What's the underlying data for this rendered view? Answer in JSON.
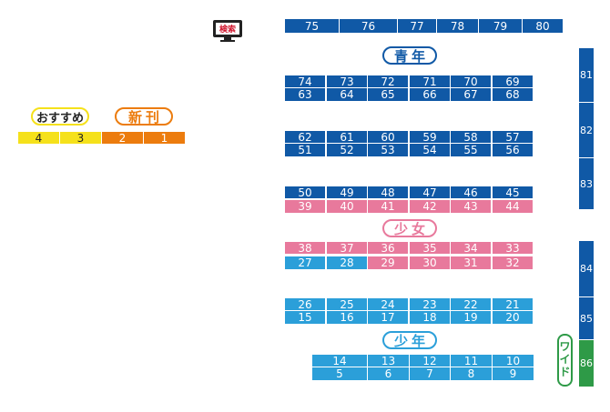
{
  "colors": {
    "blue": "#1059a6",
    "pink": "#e8799c",
    "cyan": "#2b9fd9",
    "green": "#2e9a47",
    "yellow": "#f5e11b",
    "orange": "#ec7c0e",
    "red": "#d0142c"
  },
  "search_label": "検索",
  "section_labels": {
    "seinen": "青年",
    "shoujo": "少女",
    "shounen": "少年",
    "osusume": "おすすめ",
    "shinkan": "新刊"
  },
  "wide_label": [
    "ワ",
    "イ",
    "ド"
  ],
  "shelf_rows": [
    {
      "name": "row-top",
      "color": "blue",
      "cells": [
        "75",
        "76",
        "77",
        "78",
        "79",
        "80"
      ]
    },
    {
      "name": "row-a1",
      "color": "blue",
      "cells": [
        "74",
        "73",
        "72",
        "71",
        "70",
        "69"
      ]
    },
    {
      "name": "row-a2",
      "color": "blue",
      "cells": [
        "63",
        "64",
        "65",
        "66",
        "67",
        "68"
      ]
    },
    {
      "name": "row-b1",
      "color": "blue",
      "cells": [
        "62",
        "61",
        "60",
        "59",
        "58",
        "57"
      ]
    },
    {
      "name": "row-b2",
      "color": "blue",
      "cells": [
        "51",
        "52",
        "53",
        "54",
        "55",
        "56"
      ]
    },
    {
      "name": "row-c1",
      "color": "blue",
      "cells": [
        "50",
        "49",
        "48",
        "47",
        "46",
        "45"
      ]
    },
    {
      "name": "row-c2",
      "color": "pink",
      "cells": [
        "39",
        "40",
        "41",
        "42",
        "43",
        "44"
      ]
    },
    {
      "name": "row-d1",
      "color": "pink",
      "cells": [
        "38",
        "37",
        "36",
        "35",
        "34",
        "33"
      ]
    },
    {
      "name": "row-d2",
      "color": "mixed",
      "cells": [
        "27",
        "28",
        "29",
        "30",
        "31",
        "32"
      ]
    },
    {
      "name": "row-e1",
      "color": "cyan",
      "cells": [
        "26",
        "25",
        "24",
        "23",
        "22",
        "21"
      ]
    },
    {
      "name": "row-e2",
      "color": "cyan",
      "cells": [
        "15",
        "16",
        "17",
        "18",
        "19",
        "20"
      ]
    },
    {
      "name": "row-f1",
      "color": "cyan",
      "cells": [
        "14",
        "13",
        "12",
        "11",
        "10"
      ]
    },
    {
      "name": "row-f2",
      "color": "cyan",
      "cells": [
        "5",
        "6",
        "7",
        "8",
        "9"
      ]
    },
    {
      "name": "row-featured",
      "color": "mixed",
      "cells": [
        "4",
        "3",
        "2",
        "1"
      ]
    }
  ],
  "side_shelves": [
    "81",
    "82",
    "83",
    "84",
    "85",
    "86"
  ]
}
